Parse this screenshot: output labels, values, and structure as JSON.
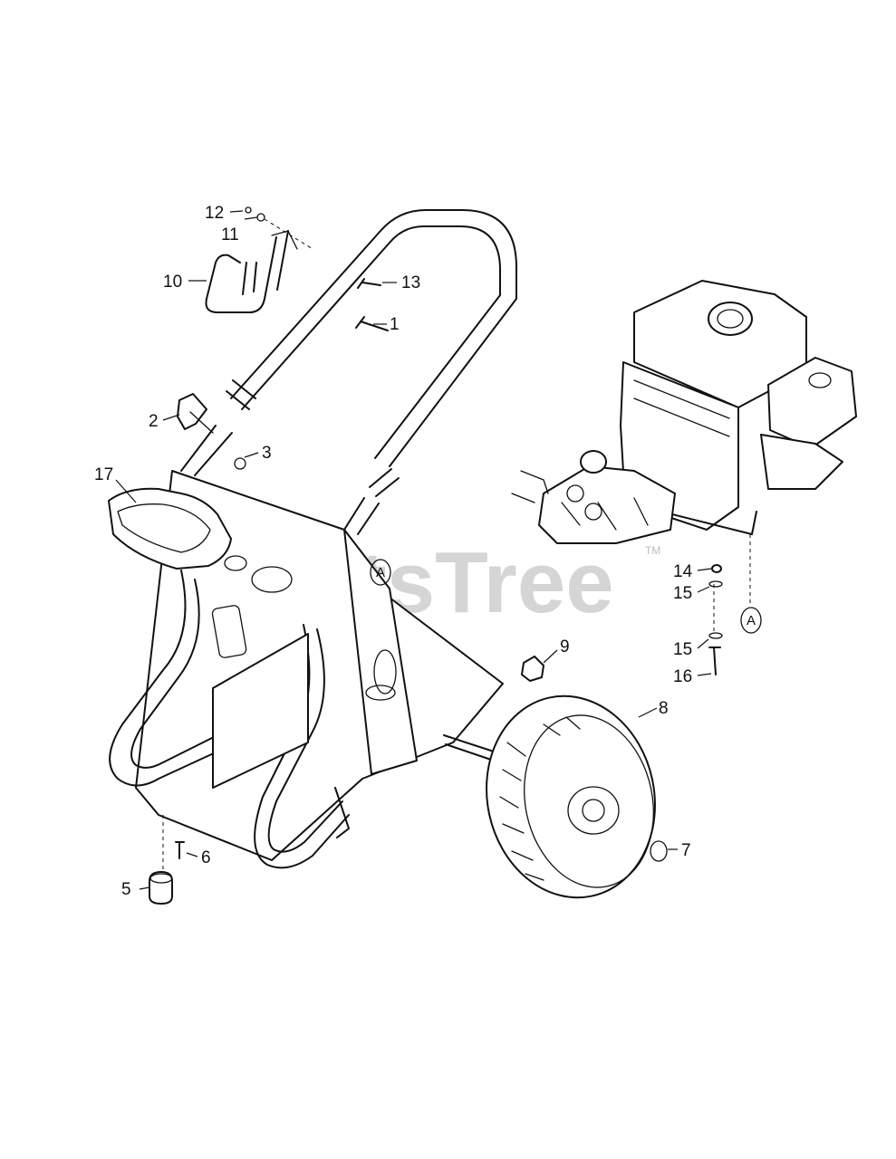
{
  "watermark": {
    "text": "PartsTree",
    "trademark": "TM"
  },
  "callouts": [
    {
      "id": "12",
      "label": "12"
    },
    {
      "id": "11",
      "label": "11"
    },
    {
      "id": "10",
      "label": "10"
    },
    {
      "id": "13",
      "label": "13"
    },
    {
      "id": "1",
      "label": "1"
    },
    {
      "id": "2",
      "label": "2"
    },
    {
      "id": "3",
      "label": "3"
    },
    {
      "id": "17",
      "label": "17"
    },
    {
      "id": "9",
      "label": "9"
    },
    {
      "id": "8",
      "label": "8"
    },
    {
      "id": "7",
      "label": "7"
    },
    {
      "id": "6",
      "label": "6"
    },
    {
      "id": "5",
      "label": "5"
    },
    {
      "id": "14",
      "label": "14"
    },
    {
      "id": "15a",
      "label": "15"
    },
    {
      "id": "15b",
      "label": "15"
    },
    {
      "id": "16",
      "label": "16"
    }
  ],
  "reference_marks": [
    {
      "id": "A-frame",
      "label": "A"
    },
    {
      "id": "A-engine",
      "label": "A"
    }
  ]
}
